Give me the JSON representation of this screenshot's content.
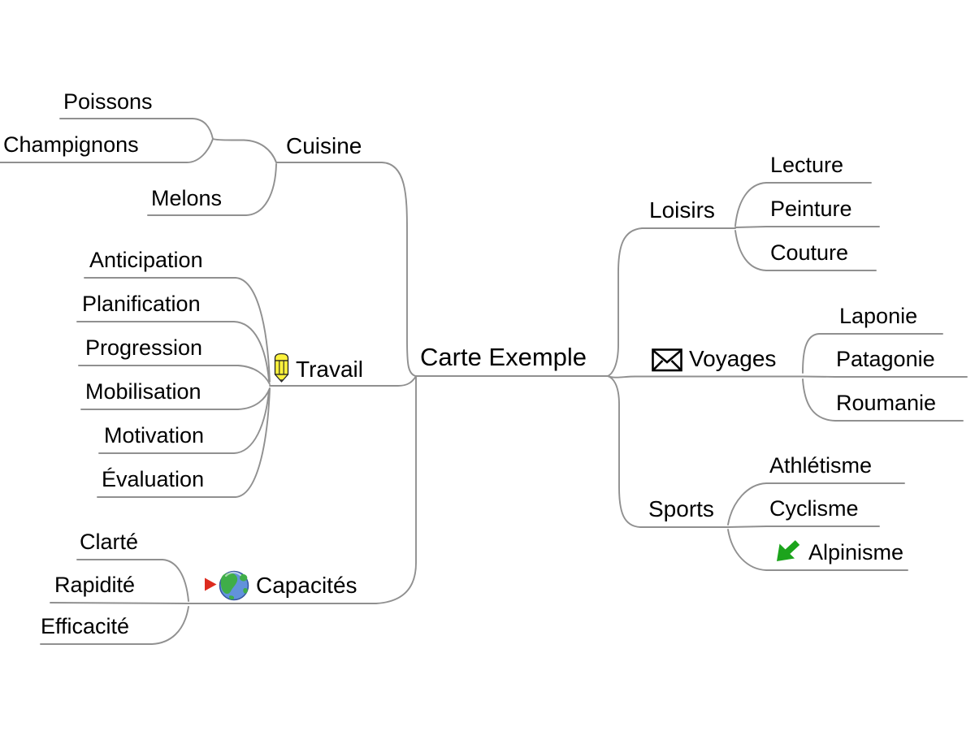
{
  "mindmap": {
    "root": {
      "label": "Carte Exemple"
    },
    "left_branches": [
      {
        "label": "Cuisine",
        "children": [
          {
            "label": "Poissons",
            "color": "#FFB125"
          },
          {
            "label": "Champignons",
            "color": "#FFB125"
          },
          {
            "label": "Melons",
            "color": "#FFB125"
          }
        ]
      },
      {
        "label": "Travail",
        "icon": "pencil-icon",
        "children": [
          {
            "label": "Anticipation"
          },
          {
            "label": "Planification"
          },
          {
            "label": "Progression"
          },
          {
            "label": "Mobilisation"
          },
          {
            "label": "Motivation"
          },
          {
            "label": "Évaluation"
          }
        ]
      },
      {
        "label": "Capacités",
        "icons": [
          "red-bullet-icon",
          "globe-icon"
        ],
        "children": [
          {
            "label": "Clarté"
          },
          {
            "label": "Rapidité"
          },
          {
            "label": "Efficacité"
          }
        ]
      }
    ],
    "right_branches": [
      {
        "label": "Loisirs",
        "children": [
          {
            "label": "Lecture"
          },
          {
            "label": "Peinture"
          },
          {
            "label": "Couture"
          }
        ]
      },
      {
        "label": "Voyages",
        "icon": "envelope-icon",
        "children": [
          {
            "label": "Laponie"
          },
          {
            "label": "Patagonie"
          },
          {
            "label": "Roumanie"
          }
        ]
      },
      {
        "label": "Sports",
        "children": [
          {
            "label": "Athlétisme"
          },
          {
            "label": "Cyclisme"
          },
          {
            "label": "Alpinisme",
            "icon": "green-arrow-icon"
          }
        ]
      }
    ]
  },
  "colors": {
    "text": "#000000",
    "accent_orange": "#FFB125",
    "line_gray": "#909090",
    "pencil_yellow": "#FBF23D",
    "globe_ocean": "#6292DC",
    "globe_land": "#3FAE49",
    "red_bullet": "#DD2B1F",
    "green_arrow": "#1CA41C",
    "envelope_black": "#000000"
  }
}
